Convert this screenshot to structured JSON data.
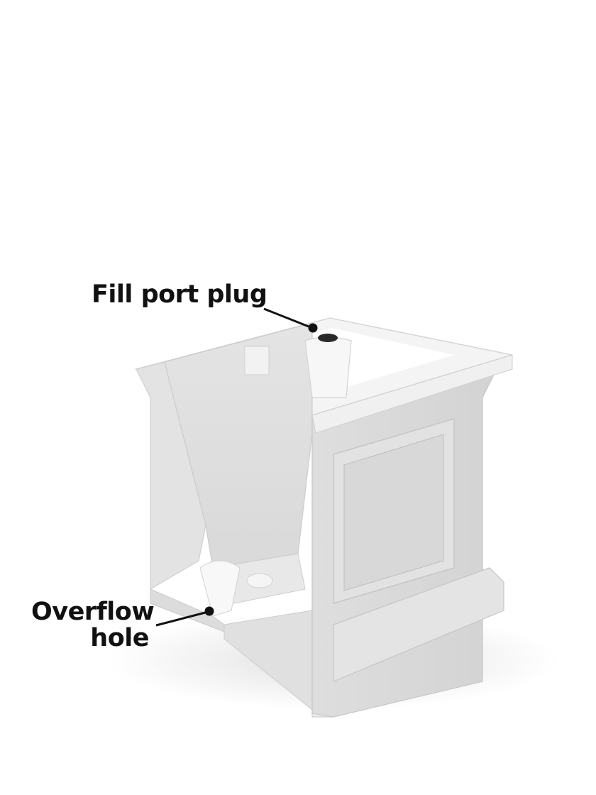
{
  "figure": {
    "subject": "Self-watering planter cutaway",
    "background_color": "#ffffff",
    "planter_color": "#e9e9e9",
    "callout_color": "#111111"
  },
  "callouts": [
    {
      "id": "fill-port-plug",
      "label": "Fill port plug"
    },
    {
      "id": "overflow-hole",
      "line1": "Overflow",
      "line2": "hole"
    }
  ]
}
